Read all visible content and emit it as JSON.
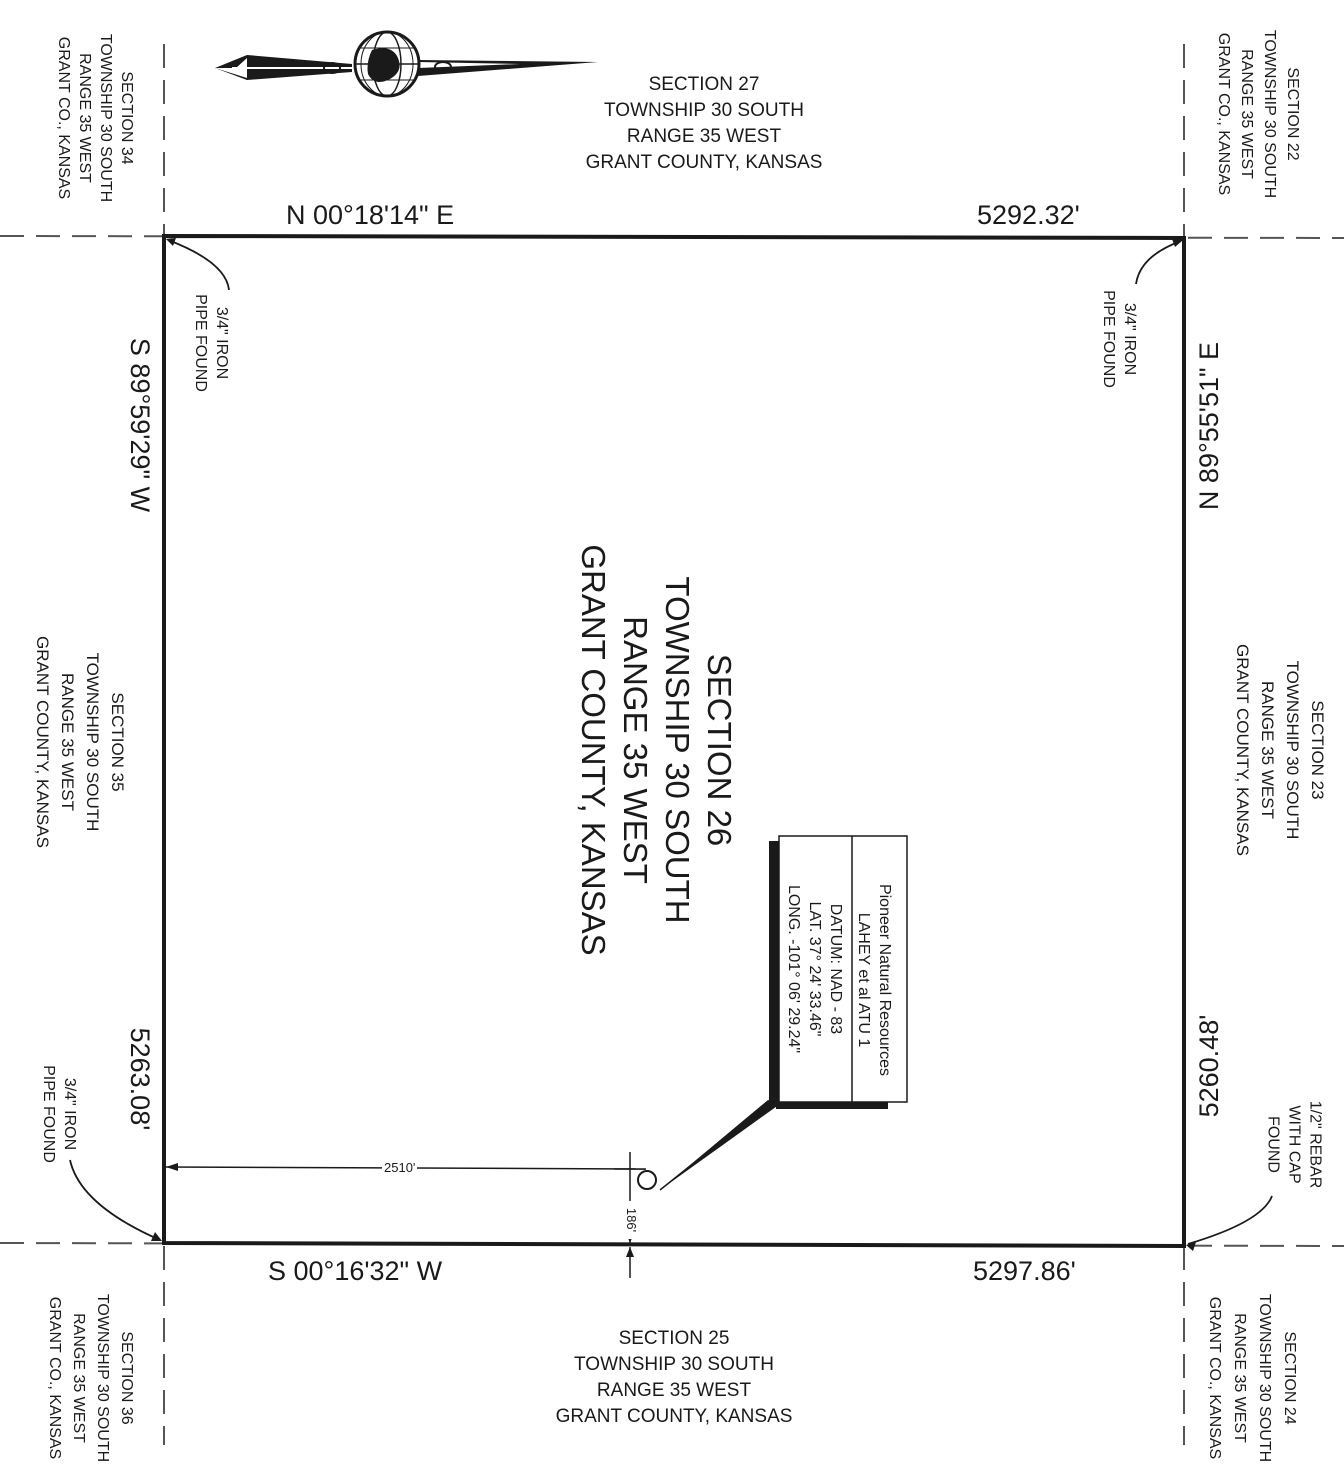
{
  "subject": {
    "section": "SECTION 26",
    "township": "TOWNSHIP 30 SOUTH",
    "range": "RANGE 35 WEST",
    "county": "GRANT COUNTY, KANSAS"
  },
  "neighbors": {
    "north": [
      "SECTION 27",
      "TOWNSHIP 30 SOUTH",
      "RANGE 35 WEST",
      "GRANT COUNTY, KANSAS"
    ],
    "south": [
      "SECTION 25",
      "TOWNSHIP 30 SOUTH",
      "RANGE 35 WEST",
      "GRANT COUNTY, KANSAS"
    ],
    "west": [
      "SECTION 35",
      "TOWNSHIP 30 SOUTH",
      "RANGE 35 WEST",
      "GRANT COUNTY, KANSAS"
    ],
    "east": [
      "SECTION 23",
      "TOWNSHIP 30 SOUTH",
      "RANGE 35 WEST",
      "GRANT COUNTY, KANSAS"
    ],
    "northwest": [
      "SECTION 34",
      "TOWNSHIP 30 SOUTH",
      "RANGE 35 WEST",
      "GRANT CO., KANSAS"
    ],
    "northeast": [
      "SECTION 22",
      "TOWNSHIP 30 SOUTH",
      "RANGE 35 WEST",
      "GRANT CO., KANSAS"
    ],
    "southwest": [
      "SECTION 36",
      "TOWNSHIP 30 SOUTH",
      "RANGE 35 WEST",
      "GRANT CO., KANSAS"
    ],
    "southeast": [
      "SECTION 24",
      "TOWNSHIP 30 SOUTH",
      "RANGE 35 WEST",
      "GRANT CO., KANSAS"
    ]
  },
  "boundaries": {
    "top": {
      "bearing": "N 00°18'14\" E",
      "distance": "5292.32'"
    },
    "bottom": {
      "bearing": "S 00°16'32\" W",
      "distance": "5297.86'"
    },
    "left": {
      "bearing": "S 89°59'29\" W",
      "distance": "5263.08'"
    },
    "right": {
      "bearing": "N 89°55'51\" E",
      "distance": "5260.48'"
    }
  },
  "monuments": {
    "nw": [
      "3/4\" IRON",
      "PIPE FOUND"
    ],
    "ne": [
      "3/4\" IRON",
      "PIPE FOUND"
    ],
    "sw": [
      "3/4\" IRON",
      "PIPE FOUND"
    ],
    "se": [
      "1/2\" REBAR",
      "WITH CAP",
      "FOUND"
    ]
  },
  "well": {
    "operator": "Pioneer Natural Resources",
    "name": "LAHEY et al ATU 1",
    "datum": "DATUM: NAD - 83",
    "lat": "LAT. 37° 24' 33.46\"",
    "long": "LONG. -101° 06' 29.24\"",
    "offset_from_west": "2510'",
    "offset_from_south": "186'"
  },
  "colors": {
    "line": "#1a1a1a",
    "section_line": "#555555",
    "background": "#ffffff"
  },
  "icons": {
    "north_arrow": "globe-compass-arrow-icon",
    "well_location": "well-location-circle-icon"
  }
}
